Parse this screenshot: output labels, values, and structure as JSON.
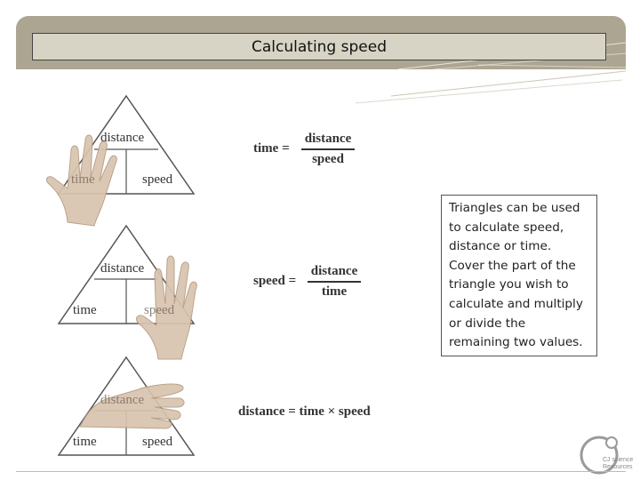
{
  "slide": {
    "title": "Calculating speed",
    "note": "Triangles can be used to calculate speed, distance or time. Cover the part of the triangle you wish to calculate  and multiply or divide the remaining two values."
  },
  "triangles": [
    {
      "top": "distance",
      "left": "time",
      "right": "speed",
      "covered": "time"
    },
    {
      "top": "distance",
      "left": "time",
      "right": "speed",
      "covered": "speed"
    },
    {
      "top": "distance",
      "left": "time",
      "right": "speed",
      "covered": "distance"
    }
  ],
  "formulas": {
    "time": {
      "lhs": "time",
      "eq": "=",
      "num": "distance",
      "den": "speed"
    },
    "speed": {
      "lhs": "speed",
      "eq": "=",
      "num": "distance",
      "den": "time"
    },
    "distance": {
      "text": "distance = time × speed"
    }
  },
  "logo": {
    "text": "CJ science Resources"
  },
  "colors": {
    "header": "#aca591",
    "title_bg": "#d8d4c5",
    "hand": "#d9c4ae"
  }
}
